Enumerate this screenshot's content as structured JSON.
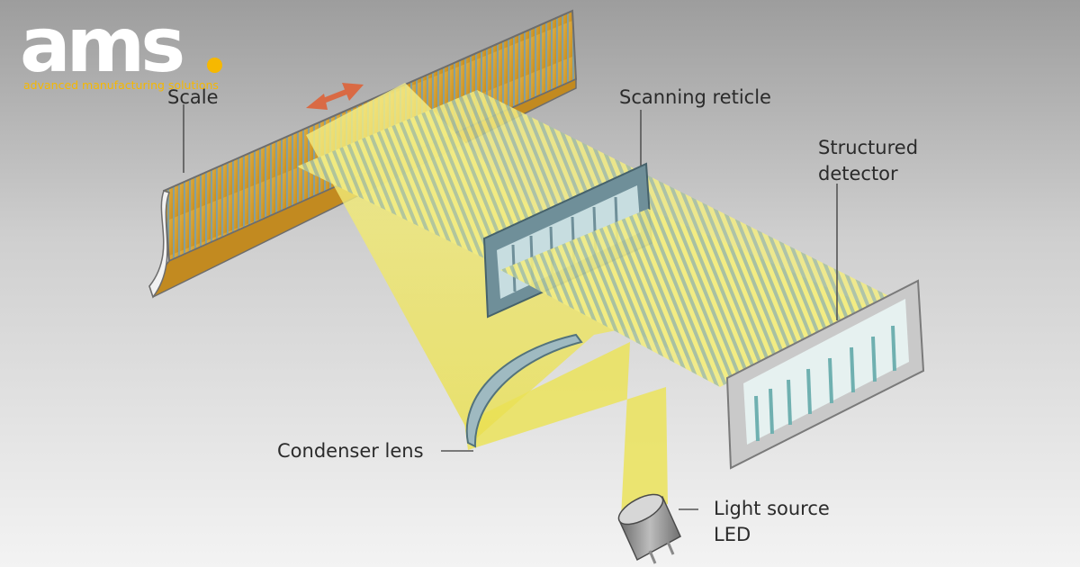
{
  "brand": {
    "logo_text": "ams",
    "tagline": "advanced manufacturing solutions",
    "accent_color": "#f6b800",
    "text_color": "#ffffff"
  },
  "diagram": {
    "labels": {
      "scale": "Scale",
      "scanning_reticle": "Scanning reticle",
      "structured_detector": [
        "Structured",
        "detector"
      ],
      "condenser_lens": "Condenser lens",
      "light_source": [
        "Light source",
        "LED"
      ]
    },
    "colors": {
      "light_beam": "#f0e868",
      "scale_body": "#d7a230",
      "scale_lines": "#7fa0a4",
      "reticle": "#6f8f99",
      "detector": "#c9c9c9",
      "motion_arrow": "#d96a44",
      "leader_line": "#555555"
    },
    "icons": [
      "double-arrow-icon"
    ]
  }
}
